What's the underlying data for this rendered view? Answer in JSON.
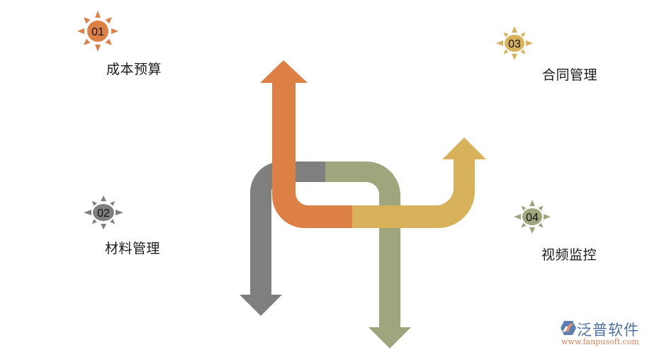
{
  "diagram": {
    "type": "crossing-arrows",
    "items": [
      {
        "number": "01",
        "label": "成本预算",
        "color": "#DD8046",
        "arrow_direction": "up"
      },
      {
        "number": "02",
        "label": "材料管理",
        "color": "#7F7F7F",
        "arrow_direction": "down"
      },
      {
        "number": "03",
        "label": "合同管理",
        "color": "#D8B25B",
        "arrow_direction": "up"
      },
      {
        "number": "04",
        "label": "视频监控",
        "color": "#9FA57C",
        "arrow_direction": "down"
      }
    ]
  },
  "watermark": {
    "brand": "泛普软件",
    "url": "www.fanpusoft.com"
  }
}
